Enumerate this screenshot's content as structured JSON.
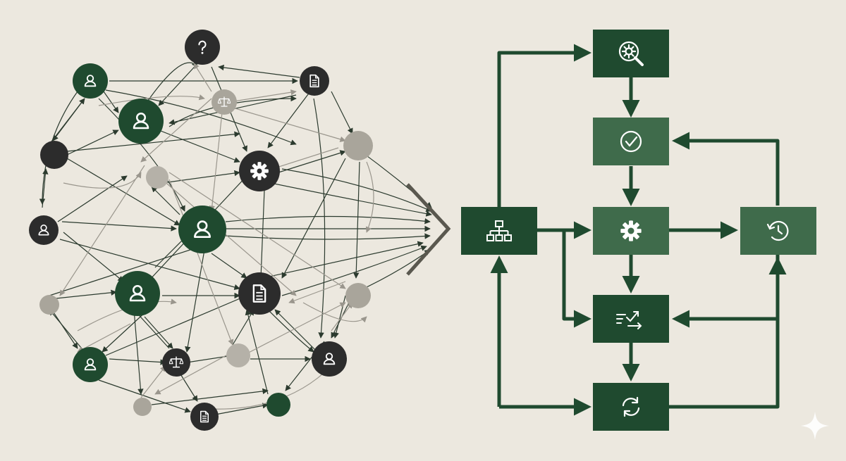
{
  "colors": {
    "background": "#ece8df",
    "dark_green": "#1f4a2f",
    "mid_green": "#3f6b4b",
    "charcoal": "#2c2c2c",
    "gray": "#9b978e",
    "light_gray": "#b5b1a8",
    "icon_fill": "#ffffff",
    "line_dark": "#2b3a2e",
    "line_light": "#9a968d",
    "sparkle": "#ffffff"
  },
  "left_network": {
    "description_type": "tangled-network",
    "nodes": [
      {
        "id": "n-question-top",
        "kind": "question",
        "style": "charcoal",
        "size": "medium"
      },
      {
        "id": "n-person-top-left",
        "kind": "person",
        "style": "dark_green",
        "size": "medium"
      },
      {
        "id": "n-doc-top-right",
        "kind": "document",
        "style": "charcoal",
        "size": "medium"
      },
      {
        "id": "n-scales-top",
        "kind": "scales",
        "style": "gray",
        "size": "small"
      },
      {
        "id": "n-person-upper",
        "kind": "person",
        "style": "dark_green",
        "size": "large"
      },
      {
        "id": "n-blank-left",
        "kind": "blank",
        "style": "charcoal",
        "size": "medium"
      },
      {
        "id": "n-gear",
        "kind": "gear",
        "style": "charcoal",
        "size": "large"
      },
      {
        "id": "n-blank-right-top",
        "kind": "blank",
        "style": "gray",
        "size": "medium"
      },
      {
        "id": "n-blank-center-gray",
        "kind": "blank",
        "style": "gray",
        "size": "small"
      },
      {
        "id": "n-person-far-left",
        "kind": "person",
        "style": "charcoal",
        "size": "small"
      },
      {
        "id": "n-person-center",
        "kind": "person",
        "style": "dark_green",
        "size": "xlarge"
      },
      {
        "id": "n-person-mid-left",
        "kind": "person",
        "style": "dark_green",
        "size": "large"
      },
      {
        "id": "n-doc-center",
        "kind": "document",
        "style": "charcoal",
        "size": "large"
      },
      {
        "id": "n-blank-right-mid",
        "kind": "blank",
        "style": "gray",
        "size": "medium"
      },
      {
        "id": "n-blank-left-gray",
        "kind": "blank",
        "style": "gray",
        "size": "small"
      },
      {
        "id": "n-person-bottom-left",
        "kind": "person",
        "style": "dark_green",
        "size": "medium"
      },
      {
        "id": "n-scales-bottom",
        "kind": "scales",
        "style": "charcoal",
        "size": "small"
      },
      {
        "id": "n-blank-bottom-gray",
        "kind": "blank",
        "style": "gray",
        "size": "medium"
      },
      {
        "id": "n-person-bottom-right",
        "kind": "person",
        "style": "charcoal",
        "size": "medium"
      },
      {
        "id": "n-blank-bottom-small",
        "kind": "blank",
        "style": "gray",
        "size": "small"
      },
      {
        "id": "n-doc-bottom",
        "kind": "document",
        "style": "charcoal",
        "size": "small"
      },
      {
        "id": "n-blank-bottom-green",
        "kind": "blank",
        "style": "dark_green",
        "size": "small"
      }
    ]
  },
  "transition": {
    "kind": "converging-arrows-into-chevron"
  },
  "right_flowchart": {
    "boxes": [
      {
        "id": "box-search",
        "icon": "search-gear",
        "style": "dark_green"
      },
      {
        "id": "box-check",
        "icon": "check-circle",
        "style": "mid_green"
      },
      {
        "id": "box-hierarchy",
        "icon": "hierarchy",
        "style": "dark_green"
      },
      {
        "id": "box-gear",
        "icon": "gear",
        "style": "mid_green"
      },
      {
        "id": "box-history",
        "icon": "history-clock",
        "style": "mid_green"
      },
      {
        "id": "box-sort",
        "icon": "sort-check",
        "style": "dark_green"
      },
      {
        "id": "box-refresh",
        "icon": "refresh",
        "style": "dark_green"
      }
    ],
    "connections": [
      {
        "from": "box-hierarchy",
        "to": "box-search",
        "route": "up-then-right"
      },
      {
        "from": "box-search",
        "to": "box-check",
        "route": "down"
      },
      {
        "from": "box-check",
        "to": "box-gear",
        "route": "down"
      },
      {
        "from": "box-hierarchy",
        "to": "box-gear",
        "route": "right"
      },
      {
        "from": "box-gear",
        "to": "box-history",
        "route": "right"
      },
      {
        "from": "box-history",
        "to": "box-check",
        "route": "up-then-left"
      },
      {
        "from": "box-gear",
        "to": "box-sort",
        "route": "down"
      },
      {
        "from": "box-hierarchy",
        "to": "box-sort",
        "route": "right-down-right"
      },
      {
        "from": "box-history",
        "to": "box-sort",
        "route": "down-then-left"
      },
      {
        "from": "box-sort",
        "to": "box-refresh",
        "route": "down"
      },
      {
        "from": "box-hierarchy",
        "to": "box-refresh",
        "route": "down-then-right"
      },
      {
        "from": "box-refresh",
        "to": "box-history",
        "route": "right-then-up"
      },
      {
        "from": "box-hierarchy",
        "to": "box-hierarchy-bottom",
        "route": "up-from-bottom"
      }
    ]
  },
  "watermark": {
    "icon": "sparkle-icon"
  }
}
